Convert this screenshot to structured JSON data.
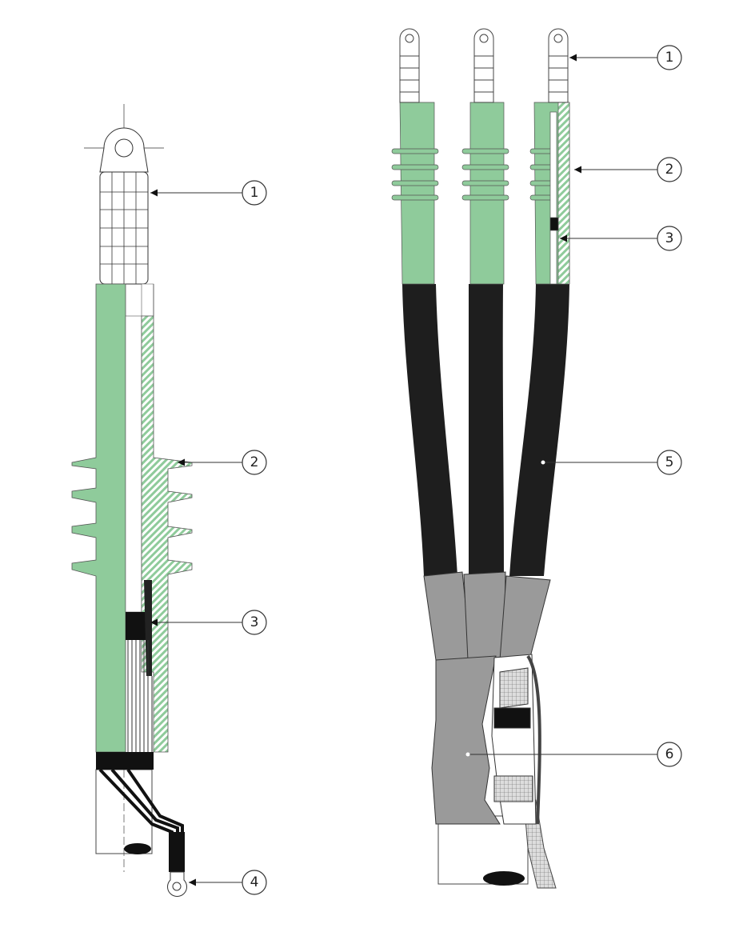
{
  "colors": {
    "insulator_green": "#8fcb9b",
    "cable_black": "#1e1e1e",
    "sleeve_gray": "#9a9a9a"
  },
  "left_assembly": {
    "callouts": [
      {
        "label": "1"
      },
      {
        "label": "2"
      },
      {
        "label": "3"
      },
      {
        "label": "4"
      }
    ]
  },
  "right_assembly": {
    "callouts": [
      {
        "label": "1"
      },
      {
        "label": "2"
      },
      {
        "label": "3"
      },
      {
        "label": "5"
      },
      {
        "label": "6"
      }
    ]
  }
}
